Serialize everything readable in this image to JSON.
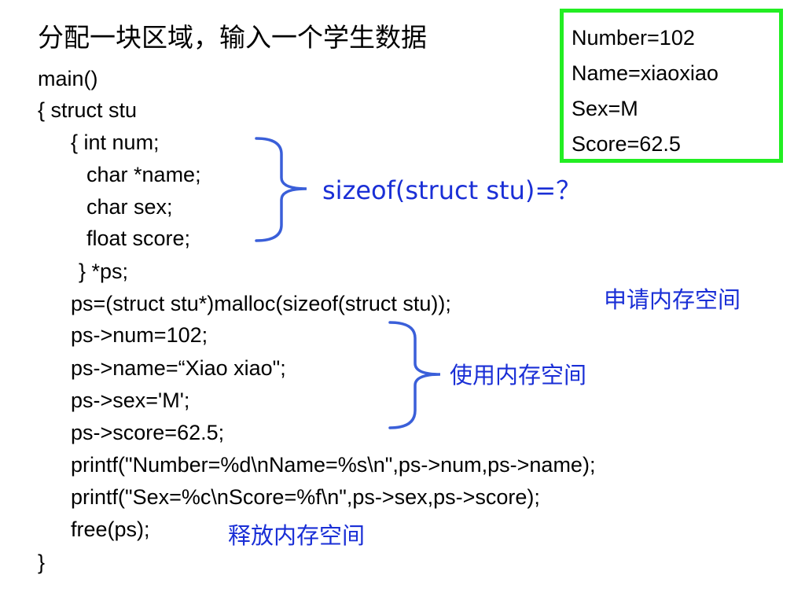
{
  "slide": {
    "title": "分配一块区域，输入一个学生数据",
    "code_lines": [
      "main()",
      "{ struct stu",
      "{ int num;",
      "char *name;",
      "char sex;",
      "float score;",
      "} *ps;",
      "ps=(struct stu*)malloc(sizeof(struct stu));",
      "ps->num=102;",
      "ps->name=“Xiao xiao\";",
      "ps->sex='M';",
      "ps->score=62.5;",
      "printf(\"Number=%d\\nName=%s\\n\",ps->num,ps->name);",
      "printf(\"Sex=%c\\nScore=%f\\n\",ps->sex,ps->score);",
      "free(ps);",
      "}"
    ],
    "output_box": {
      "lines": [
        "Number=102",
        "Name=xiaoxiao",
        "Sex=M",
        "Score=62.5"
      ],
      "border_color": "#22ee22"
    },
    "annotations": {
      "sizeof_question": "sizeof(struct stu)=？",
      "request_memory": "申请内存空间",
      "use_memory": "使用内存空间",
      "free_memory": "释放内存空间"
    },
    "accent_color": "#1a2fd6",
    "brace_color": "#3a5fd9"
  }
}
